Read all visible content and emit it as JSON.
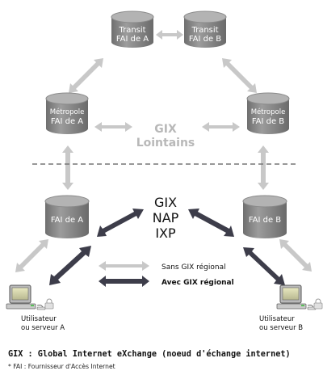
{
  "nodes": {
    "transit_a": [
      "Transit",
      "FAI de A"
    ],
    "transit_b": [
      "Transit",
      "FAI de B"
    ],
    "metro_a": [
      "Métropole",
      "FAI de A"
    ],
    "metro_b": [
      "Métropole",
      "FAI de B"
    ],
    "fai_a": "FAI de A",
    "fai_b": "FAI de B"
  },
  "center": {
    "gix_lointains": [
      "GIX",
      "Lointains"
    ],
    "gix_nap_ixp": [
      "GIX",
      "NAP",
      "IXP"
    ]
  },
  "legend_arrows": {
    "without_regional": "Sans GIX régional",
    "with_regional": "Avec GIX régional"
  },
  "users": {
    "user_a": [
      "Utilisateur",
      "ou serveur A"
    ],
    "user_b": [
      "Utilisateur",
      "ou serveur B"
    ]
  },
  "footer": {
    "definition": "GIX : Global Internet eXchange (noeud d'échange internet)",
    "note": "* FAI : Fournisseur d'Accès Internet"
  },
  "colors": {
    "cylinder_body": "#8a8a8a",
    "cylinder_top": "#b3b3b3",
    "light_arrow": "#c8c8c8",
    "dark_arrow": "#3d3d4a",
    "dashed_line": "#777777",
    "light_text": "#b8b8b8"
  }
}
